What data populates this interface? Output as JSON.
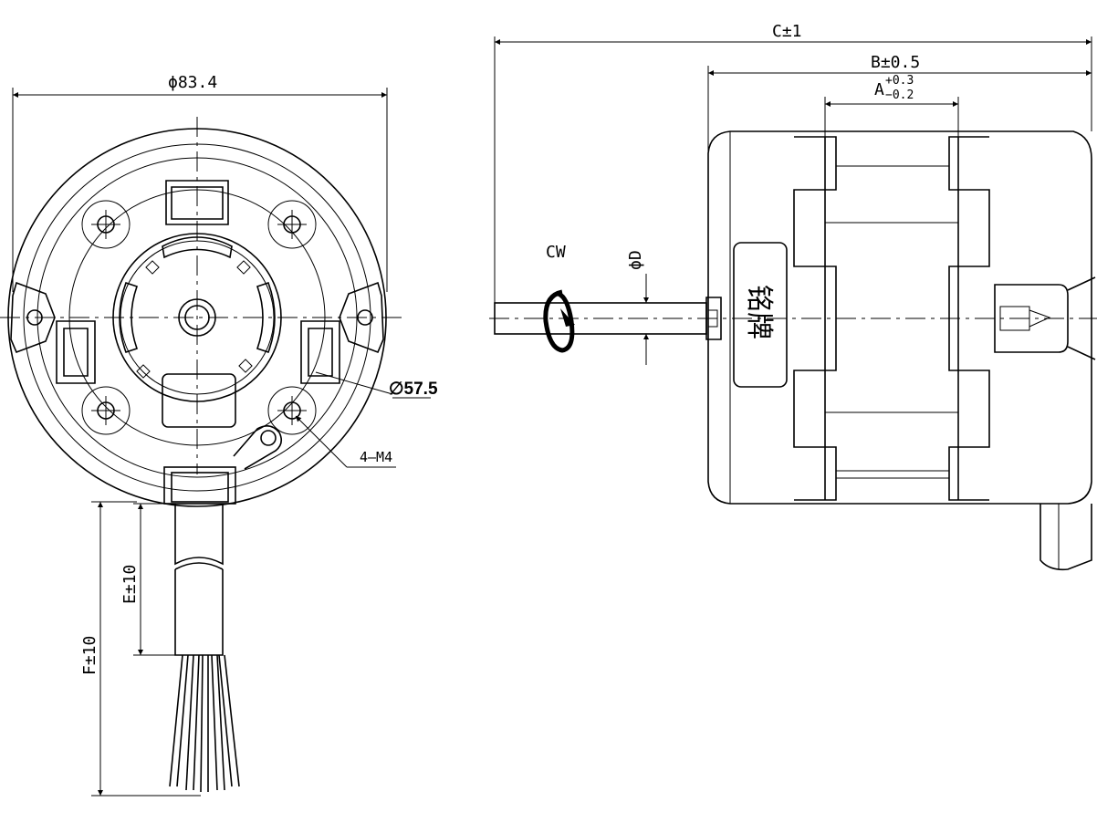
{
  "front_view": {
    "diameter_outer": "ϕ83.4",
    "diameter_bolt_circle": "∅57.5",
    "mounting_holes": "4–M4",
    "dim_e": "E±10",
    "dim_f": "F±10"
  },
  "side_view": {
    "dim_c": "C±1",
    "dim_b": "B±0.5",
    "dim_a": "A",
    "dim_a_tol_upper": "+0.3",
    "dim_a_tol_lower": "−0.2",
    "dim_shaft": "ϕD",
    "rotation": "CW",
    "nameplate": "铭牌"
  }
}
